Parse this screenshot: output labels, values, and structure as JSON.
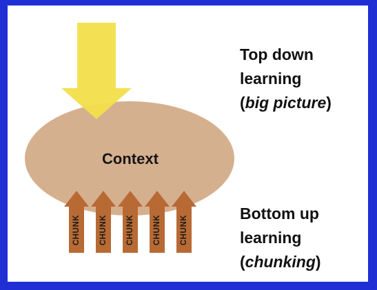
{
  "diagram": {
    "context_label": "Context",
    "chunk_labels": [
      "CHUNK",
      "CHUNK",
      "CHUNK",
      "CHUNK",
      "CHUNK"
    ],
    "top_text": {
      "line1": "Top down",
      "line2": "learning",
      "line3_open": "(",
      "line3_italic": "big picture",
      "line3_close": ")"
    },
    "bottom_text": {
      "line1": "Bottom up",
      "line2": "learning",
      "line3_open": "(",
      "line3_italic": "chunking",
      "line3_close": ")"
    },
    "colors": {
      "background": "#1f2fd4",
      "context_fill": "#d5b08f",
      "top_arrow": "#f2df4a",
      "chunk_arrow": "#b86a34"
    }
  }
}
